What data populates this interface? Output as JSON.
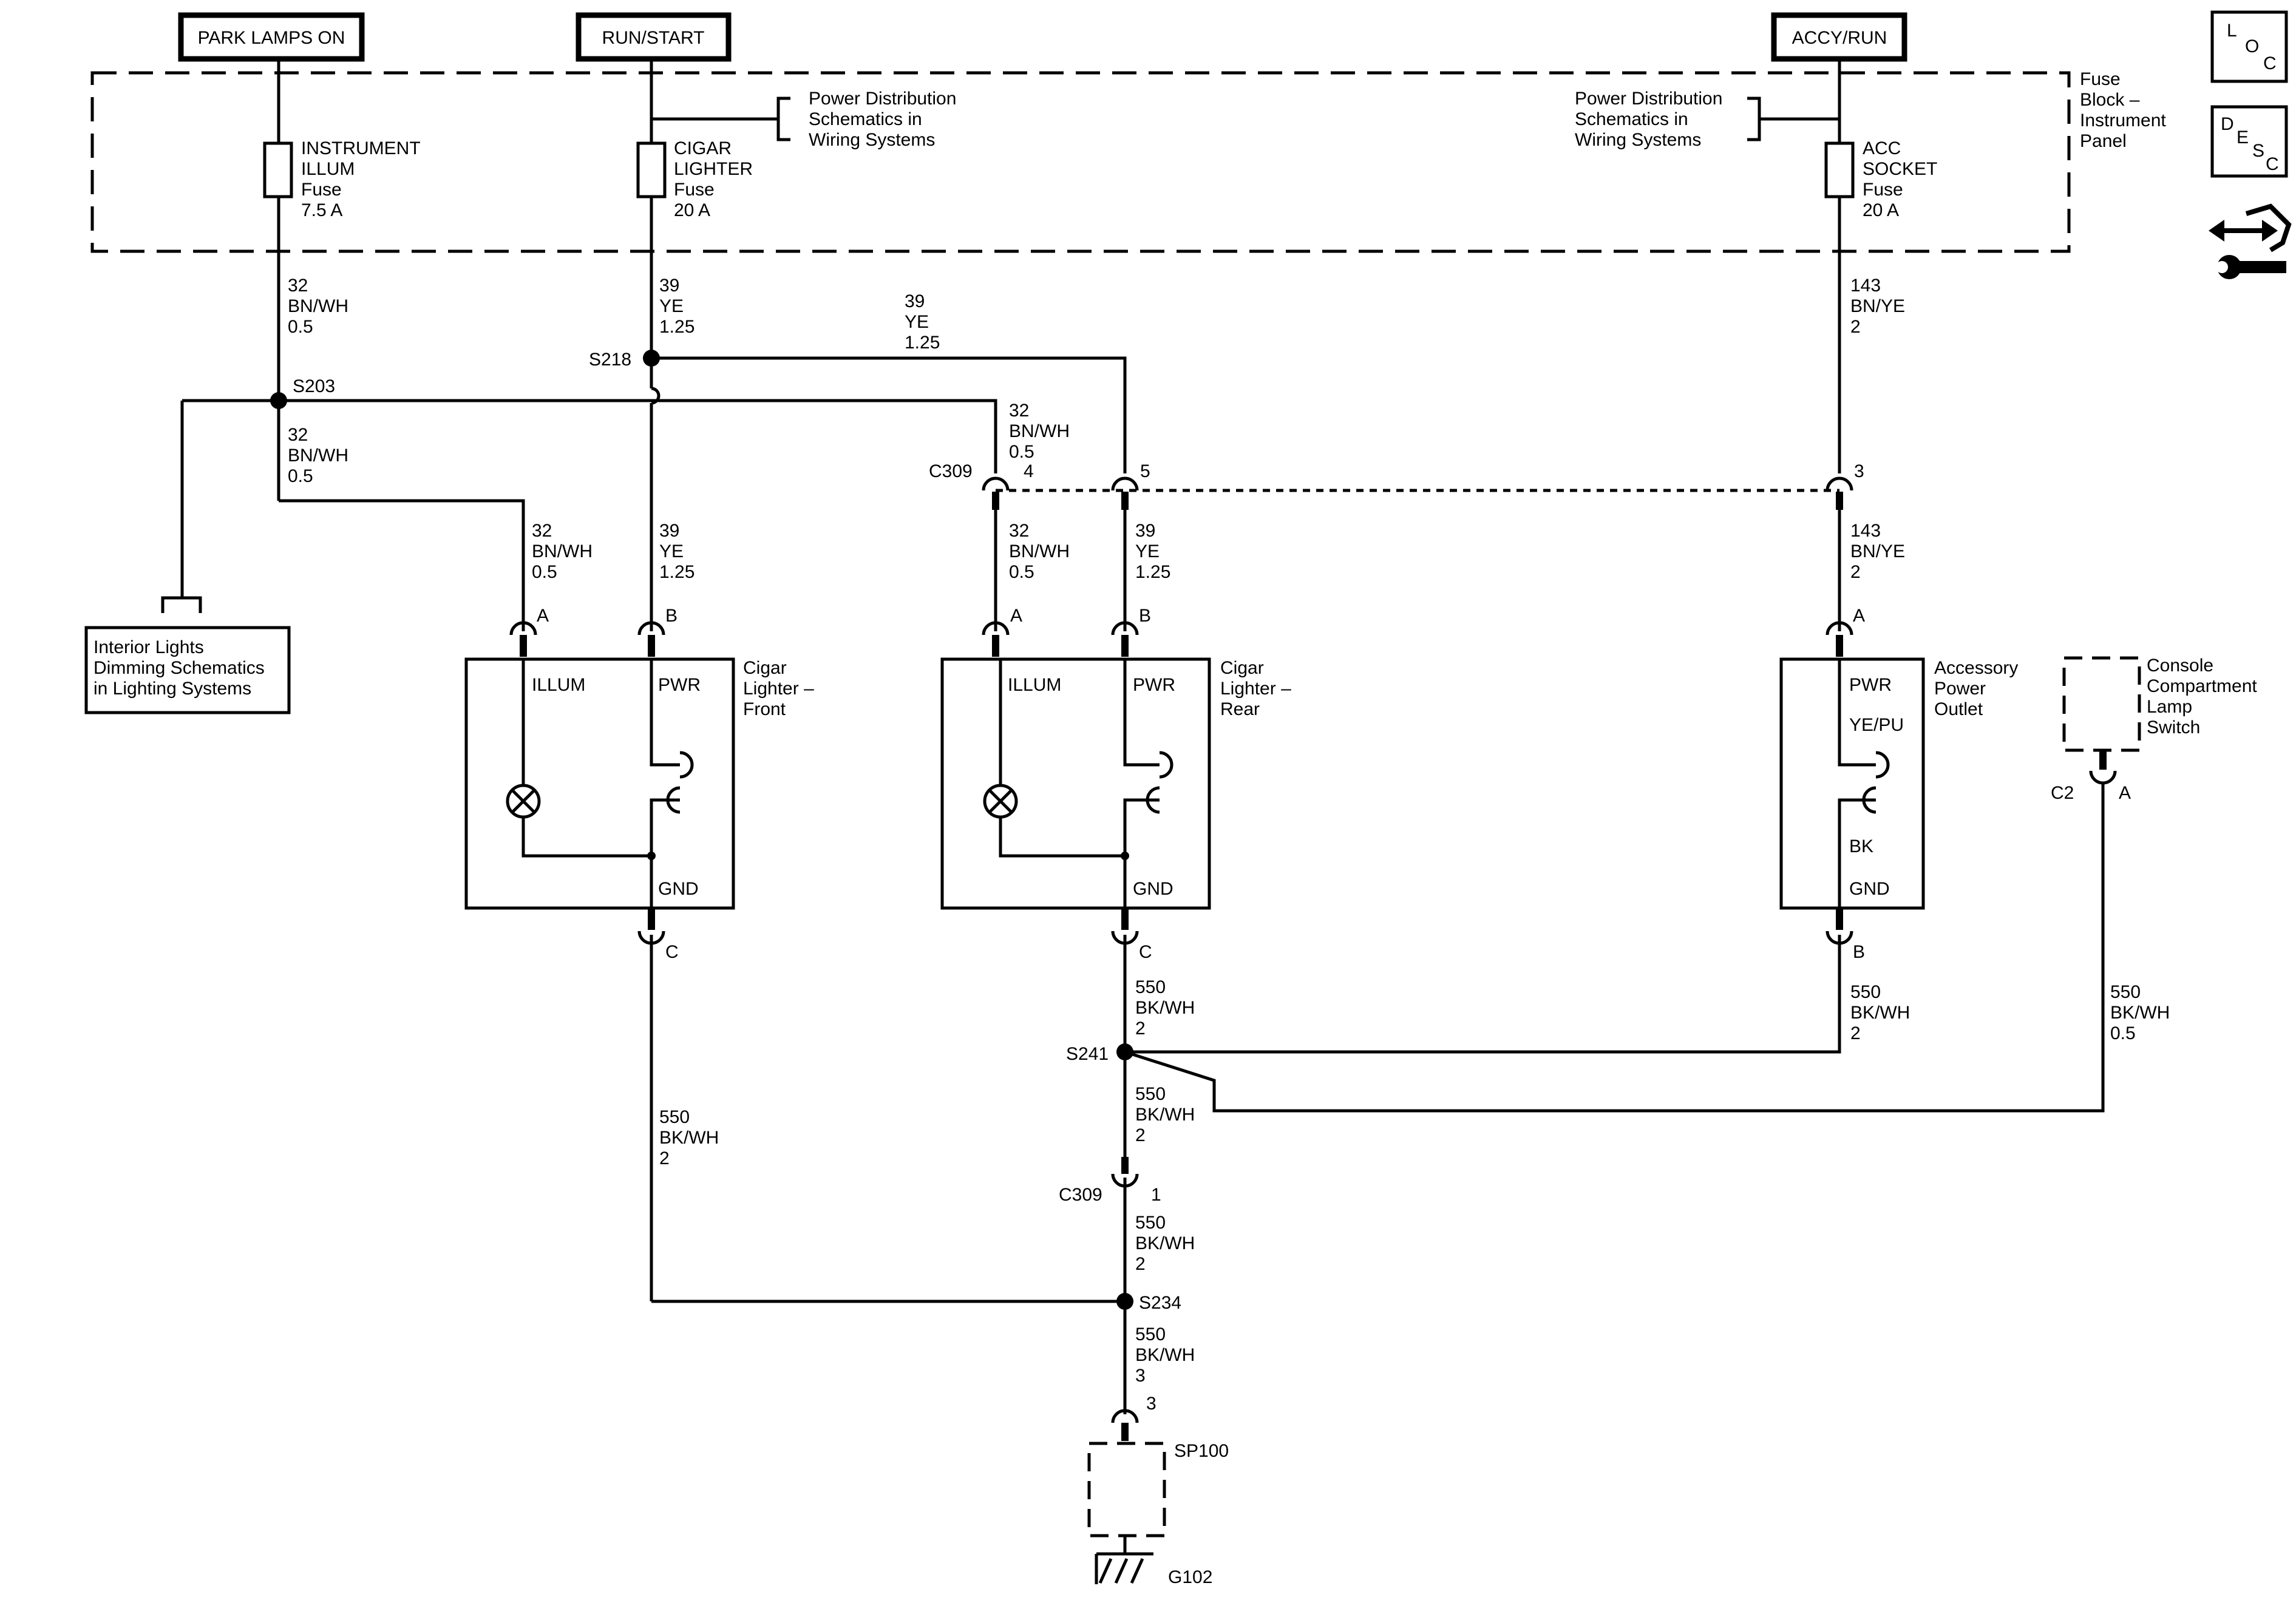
{
  "headers": {
    "park": "PARK LAMPS ON",
    "run": "RUN/START",
    "accy": "ACCY/RUN"
  },
  "nav": {
    "loc": [
      "L",
      "O",
      "C"
    ],
    "desc": [
      "D",
      "E",
      "S",
      "C"
    ]
  },
  "fuse_block": [
    "Fuse",
    "Block –",
    "Instrument",
    "Panel"
  ],
  "fuses": {
    "illum": [
      "INSTRUMENT",
      "ILLUM",
      "Fuse",
      "7.5 A"
    ],
    "cigar": [
      "CIGAR",
      "LIGHTER",
      "Fuse",
      "20 A"
    ],
    "acc": [
      "ACC",
      "SOCKET",
      "Fuse",
      "20 A"
    ]
  },
  "refs": {
    "power_left": [
      "Power Distribution",
      "Schematics in",
      "Wiring Systems"
    ],
    "power_right": [
      "Power Distribution",
      "Schematics in",
      "Wiring Systems"
    ],
    "interior": [
      "Interior Lights",
      "Dimming Schematics",
      "in Lighting Systems"
    ]
  },
  "wires": {
    "w1": [
      "32",
      "BN/WH",
      "0.5"
    ],
    "w2": [
      "39",
      "YE",
      "1.25"
    ],
    "w3": [
      "143",
      "BN/YE",
      "2"
    ],
    "w4": [
      "39",
      "YE",
      "1.25"
    ],
    "w5": [
      "32",
      "BN/WH",
      "0.5"
    ],
    "w6": [
      "32",
      "BN/WH",
      "0.5"
    ],
    "w7": [
      "32",
      "BN/WH",
      "0.5"
    ],
    "w8": [
      "39",
      "YE",
      "1.25"
    ],
    "w9": [
      "32",
      "BN/WH",
      "0.5"
    ],
    "w10": [
      "39",
      "YE",
      "1.25"
    ],
    "w11": [
      "143",
      "BN/YE",
      "2"
    ],
    "w12": [
      "550",
      "BK/WH",
      "2"
    ],
    "w13": [
      "550",
      "BK/WH",
      "2"
    ],
    "w14": [
      "550",
      "BK/WH",
      "0.5"
    ],
    "w15": [
      "550",
      "BK/WH",
      "2"
    ],
    "w16": [
      "550",
      "BK/WH",
      "2"
    ],
    "w17": [
      "550",
      "BK/WH",
      "2"
    ],
    "w18": [
      "550",
      "BK/WH",
      "3"
    ]
  },
  "splices": {
    "s203": "S203",
    "s218": "S218",
    "s241": "S241",
    "s234": "S234"
  },
  "connectors": {
    "c309_top": "C309",
    "c309_bottom": "C309",
    "c2": "C2",
    "pins": {
      "c309_4": "4",
      "c309_5": "5",
      "c309_3": "3",
      "front_a": "A",
      "front_b": "B",
      "front_c": "C",
      "rear_a": "A",
      "rear_b": "B",
      "rear_c": "C",
      "acc_a": "A",
      "acc_b": "B",
      "c2_a": "A",
      "c309_1": "1",
      "sp100_3": "3"
    }
  },
  "components": {
    "front": {
      "name": [
        "Cigar",
        "Lighter –",
        "Front"
      ],
      "illum": "ILLUM",
      "pwr": "PWR",
      "gnd": "GND"
    },
    "rear": {
      "name": [
        "Cigar",
        "Lighter –",
        "Rear"
      ],
      "illum": "ILLUM",
      "pwr": "PWR",
      "gnd": "GND"
    },
    "acc": {
      "name": [
        "Accessory",
        "Power",
        "Outlet"
      ],
      "pwr": "PWR",
      "yepu": "YE/PU",
      "bk": "BK",
      "gnd": "GND"
    },
    "console": [
      "Console",
      "Compartment",
      "Lamp",
      "Switch"
    ]
  },
  "ground": {
    "sp100": "SP100",
    "g102": "G102"
  }
}
